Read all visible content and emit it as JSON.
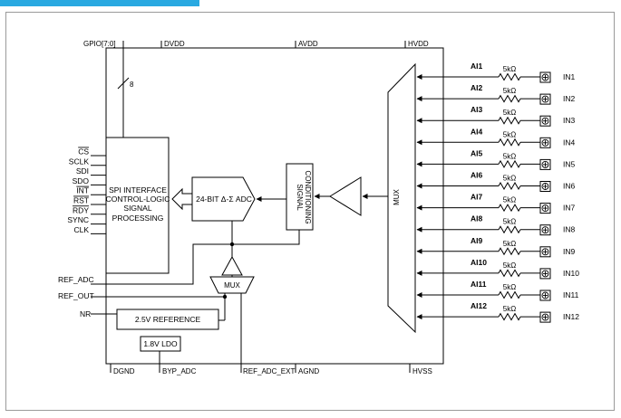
{
  "supplies": {
    "gpio": "GPIO[7:0]",
    "dvdd": "DVDD",
    "avdd": "AVDD",
    "hvdd": "HVDD",
    "dgnd": "DGND",
    "byp_adc": "BYP_ADC",
    "ref_adc_ext": "REF_ADC_EXT",
    "agnd": "AGND",
    "hvss": "HVSS"
  },
  "bus_width": "8",
  "spi_pins": [
    {
      "label": "CS"
    },
    {
      "label": "SCLK"
    },
    {
      "label": "SDI"
    },
    {
      "label": "SDO"
    },
    {
      "label": "INT"
    },
    {
      "label": "RST"
    },
    {
      "label": "RDY"
    },
    {
      "label": "SYNC"
    },
    {
      "label": "CLK"
    }
  ],
  "blocks": {
    "spi_line1": "SPI INTERFACE",
    "spi_line2": "CONTROL-LOGIC",
    "spi_line3": "SIGNAL",
    "spi_line4": "PROCESSING",
    "adc": "24-BIT Δ-Σ ADC",
    "sig_cond_line1": "SIGNAL",
    "sig_cond_line2": "CONDITIONING",
    "mux_main": "MUX",
    "mux_small": "MUX",
    "reference": "2.5V REFERENCE",
    "ldo": "1.8V LDO"
  },
  "ref_pins": {
    "ref_adc": "REF_ADC",
    "ref_out": "REF_OUT",
    "nr": "NR"
  },
  "resistor_value": "5kΩ",
  "inputs": [
    {
      "ai": "AI1",
      "in": "IN1"
    },
    {
      "ai": "AI2",
      "in": "IN2"
    },
    {
      "ai": "AI3",
      "in": "IN3"
    },
    {
      "ai": "AI4",
      "in": "IN4"
    },
    {
      "ai": "AI5",
      "in": "IN5"
    },
    {
      "ai": "AI6",
      "in": "IN6"
    },
    {
      "ai": "AI7",
      "in": "IN7"
    },
    {
      "ai": "AI8",
      "in": "IN8"
    },
    {
      "ai": "AI9",
      "in": "IN9"
    },
    {
      "ai": "AI10",
      "in": "IN10"
    },
    {
      "ai": "AI11",
      "in": "IN11"
    },
    {
      "ai": "AI12",
      "in": "IN12"
    }
  ],
  "colors": {
    "banner": "#29a9e1",
    "frame": "#9a9a9a",
    "line": "#000000"
  }
}
